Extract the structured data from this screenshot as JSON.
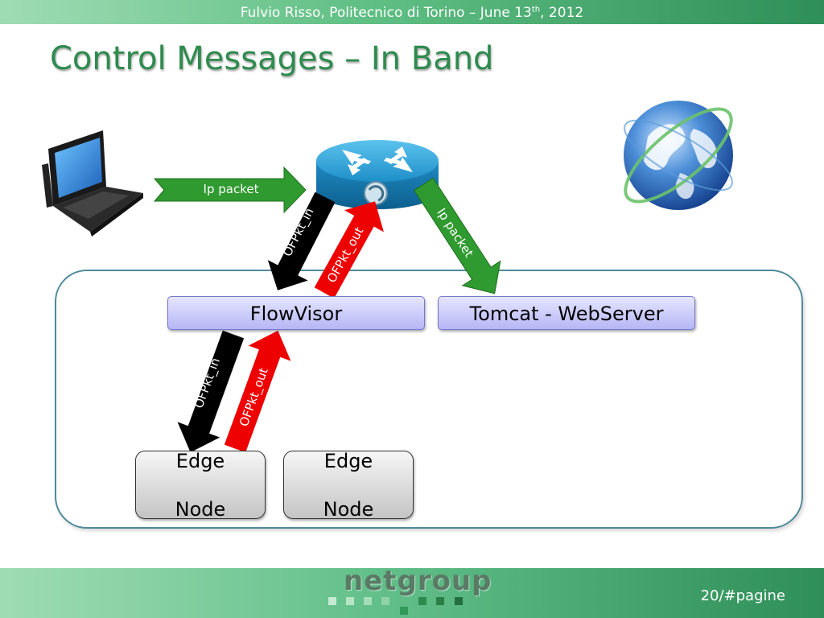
{
  "header": {
    "text": "Fulvio Risso, Politecnico di Torino – June 13",
    "superscript": "th",
    "text_after": ", 2012"
  },
  "title": "Control Messages – In Band",
  "arrows": {
    "laptop_to_router": "Ip packet",
    "router_to_tomcat": "Ip packet",
    "router_to_flowvisor_in": "OFPkt_in",
    "flowvisor_to_router_out": "OFPkt_out",
    "flowvisor_to_edge_in": "OFPkt_in",
    "edge_to_flowvisor_out": "OFPkt_out"
  },
  "boxes": {
    "flowvisor": "FlowVisor",
    "tomcat": "Tomcat - WebServer",
    "edge_node_1": [
      "Edge",
      "Node"
    ],
    "edge_node_2": [
      "Edge",
      "Node"
    ]
  },
  "footer": {
    "logo": "netgroup",
    "page": "20/#pagine"
  },
  "colors": {
    "accent_green": "#2e8b4e",
    "arrow_green": "#2f9a2f",
    "arrow_red": "#ee0000",
    "arrow_black": "#000000",
    "box_blue": "#c4c4fa",
    "box_gray": "#d8d8d8"
  },
  "icons": [
    "laptop-icon",
    "router-icon",
    "globe-icon"
  ]
}
